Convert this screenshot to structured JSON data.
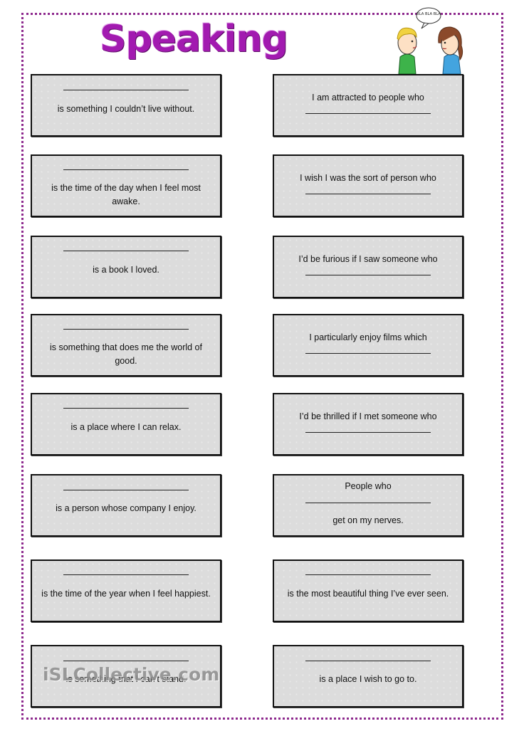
{
  "title": "Speaking cards",
  "speech_bubble": "BLA BLA BLA",
  "watermark": "iSLCollective.com",
  "colors": {
    "title": "#a21ab0",
    "border": "#8e2a8e",
    "card": "#dcdcdc"
  },
  "left_cards": [
    {
      "text": "is something I couldn’t live without."
    },
    {
      "text": "is the time of the day when I feel most awake."
    },
    {
      "text": "is a book I loved."
    },
    {
      "text": "is something that does me the world of good."
    },
    {
      "text": "is a place where I can relax."
    },
    {
      "text": "is a person whose company I enjoy."
    },
    {
      "text": "is the time of the year when I feel happiest."
    },
    {
      "text": "is something that I can’t stand."
    }
  ],
  "right_cards": [
    {
      "text": "I am attracted to people who"
    },
    {
      "text": "I wish I was the sort of person who"
    },
    {
      "text": "I’d be furious if I saw someone who"
    },
    {
      "text": "I particularly enjoy films which"
    },
    {
      "text": "I’d be thrilled if I met someone who"
    },
    {
      "text": "People who",
      "text2": "get on my nerves."
    },
    {
      "text": "is the most beautiful thing I’ve ever seen."
    },
    {
      "text": "is a place I wish to go to."
    }
  ]
}
